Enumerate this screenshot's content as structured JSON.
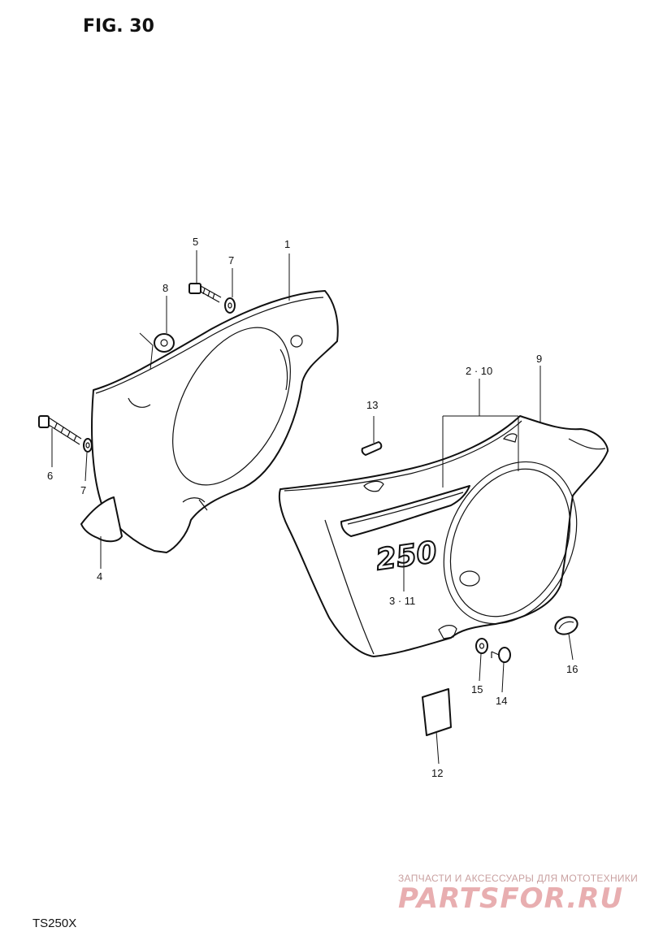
{
  "figure": {
    "title": "FIG. 30",
    "model": "TS250X"
  },
  "callouts": {
    "c1": "1",
    "c2_10": "2 · 10",
    "c3_11": "3 · 11",
    "c4": "4",
    "c5": "5",
    "c6": "6",
    "c7a": "7",
    "c7b": "7",
    "c8": "8",
    "c9": "9",
    "c12": "12",
    "c13": "13",
    "c14": "14",
    "c15": "15",
    "c16": "16"
  },
  "emblem_text": "250",
  "watermark": {
    "caption": "ЗАПЧАСТИ И АКСЕССУАРЫ ДЛЯ МОТОТЕХНИКИ",
    "logo": "PARTSFOR.RU"
  }
}
